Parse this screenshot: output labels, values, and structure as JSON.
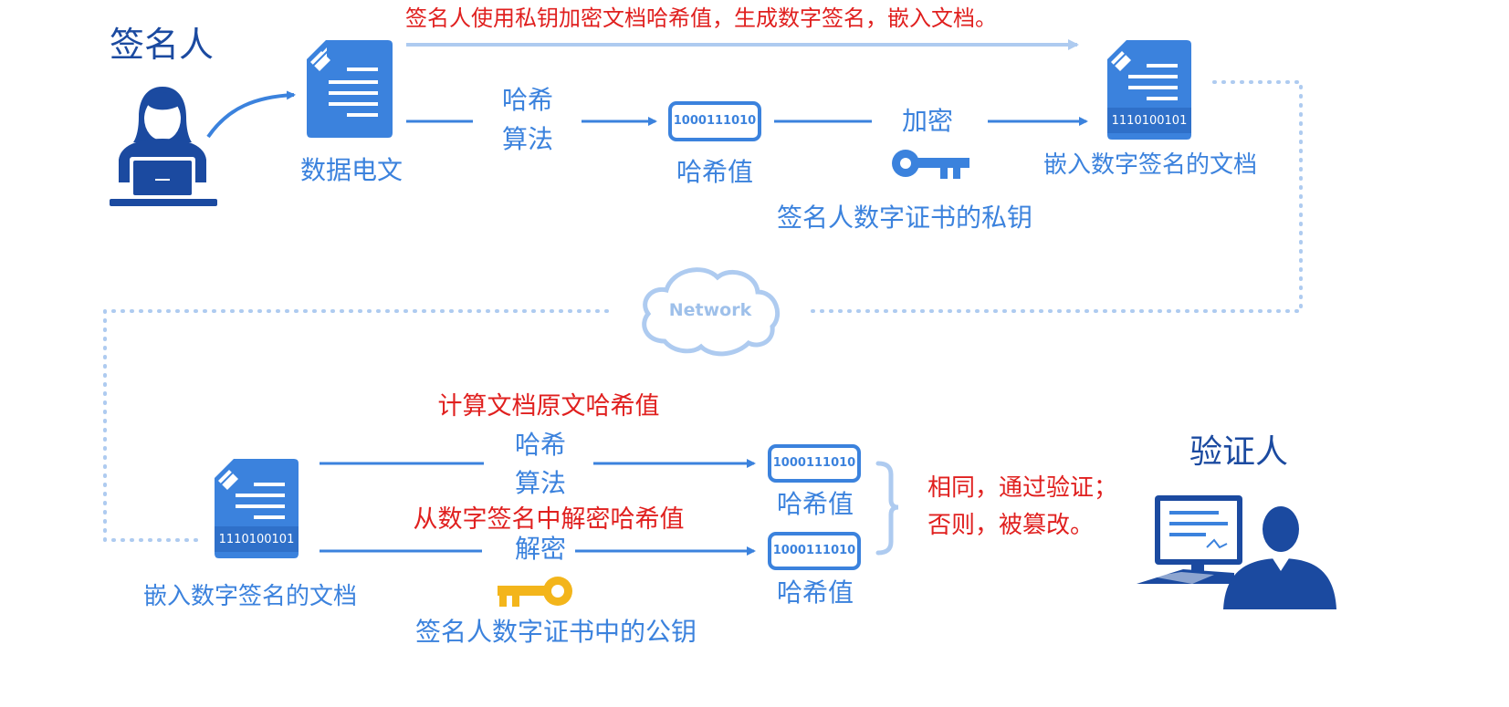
{
  "signer": {
    "title": "签名人",
    "top_caption": "签名人使用私钥加密文档哈希值，生成数字签名，嵌入文档。",
    "doc_label": "数据电文",
    "algo_line1": "哈希",
    "algo_line2": "算法",
    "hash_box_text": "1000111010",
    "hash_label": "哈希值",
    "encrypt_label": "加密",
    "private_key_label": "签名人数字证书的私钥",
    "signed_doc_label": "嵌入数字签名的文档",
    "signed_doc_bits": "1110100101"
  },
  "network": {
    "label": "Network"
  },
  "verifier": {
    "title": "验证人",
    "signed_doc_label": "嵌入数字签名的文档",
    "signed_doc_bits": "1110100101",
    "compute_caption": "计算文档原文哈希值",
    "algo_line1": "哈希",
    "algo_line2": "算法",
    "decrypt_caption": "从数字签名中解密哈希值",
    "decrypt_label": "解密",
    "public_key_label": "签名人数字证书中的公钥",
    "hash_box_text_1": "1000111010",
    "hash_box_text_2": "1000111010",
    "hash_label_1": "哈希值",
    "hash_label_2": "哈希值",
    "result_line1": "相同，通过验证；",
    "result_line2": "否则，被篡改。"
  },
  "colors": {
    "primary_blue": "#3b82dd",
    "dark_blue": "#1b4aa0",
    "light_blue": "#aecbf0",
    "red": "#e0201f",
    "gold": "#f3b51b"
  }
}
